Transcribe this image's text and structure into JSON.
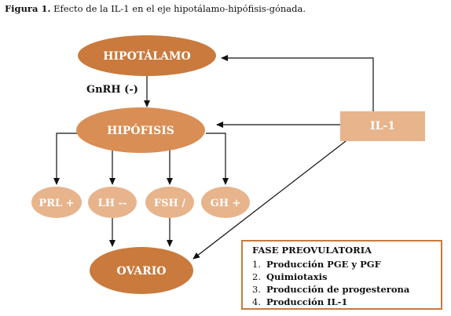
{
  "caption": {
    "label": "Figura 1.",
    "text": "Efecto de la IL-1 en el eje hipotálamo-hipófisis-gónada."
  },
  "nodes": {
    "hipotalamo": "HIPOTÁLAMO",
    "hipofisis": "HIPÓFISIS",
    "ovario": "OVARIO",
    "prl": "PRL +",
    "lh": "LH --",
    "fsh": "FSH /",
    "gh": "GH +",
    "il1": "IL-1"
  },
  "gnrh_label": "GnRH (-)",
  "fase": {
    "title": "FASE PREOVULATORIA",
    "items": [
      {
        "num": "1.",
        "text": "Producción PGE y PGF"
      },
      {
        "num": "2.",
        "text": "Quimiotaxis"
      },
      {
        "num": "3.",
        "text": "Producción de progesterona"
      },
      {
        "num": "4.",
        "text": "Producción IL-1"
      }
    ]
  },
  "colors": {
    "dark": "#c97a3c",
    "mid": "#d98e56",
    "light": "#e8b48c"
  }
}
